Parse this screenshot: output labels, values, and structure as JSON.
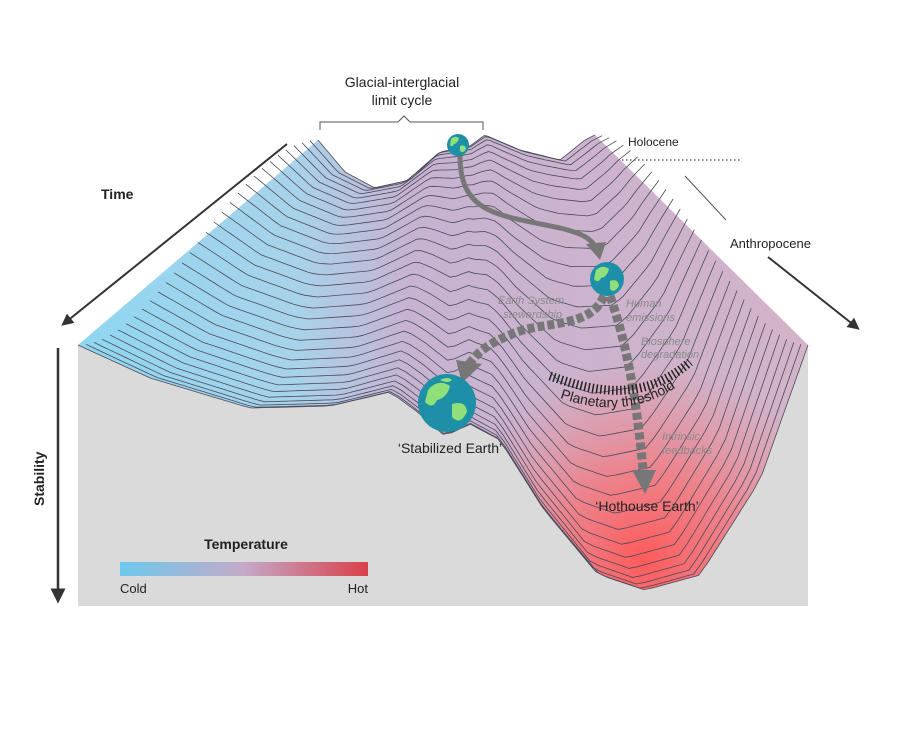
{
  "title_line1": "Glacial-interglacial",
  "title_line2": "limit cycle",
  "labels": {
    "holocene": "Holocene",
    "anthropocene": "Anthropocene",
    "time": "Time",
    "stability": "Stability",
    "stabilized_earth": "‘Stabilized Earth’",
    "hothouse_earth": "‘Hothouse Earth’",
    "planetary_threshold": "Planetary threshold"
  },
  "annotations": {
    "stewardship_1": "Earth System",
    "stewardship_2": "stewardship",
    "human_1": "Human",
    "human_2": "emissions",
    "biosphere_1": "Biosphere",
    "biosphere_2": "degradation",
    "intrinsic_1": "Intrinsic",
    "intrinsic_2": "feedbacks"
  },
  "legend": {
    "title": "Temperature",
    "cold": "Cold",
    "hot": "Hot",
    "cold_color": "#6cc9ee",
    "mid_color": "#c4a9c8",
    "hot_color": "#d9404a"
  }
}
